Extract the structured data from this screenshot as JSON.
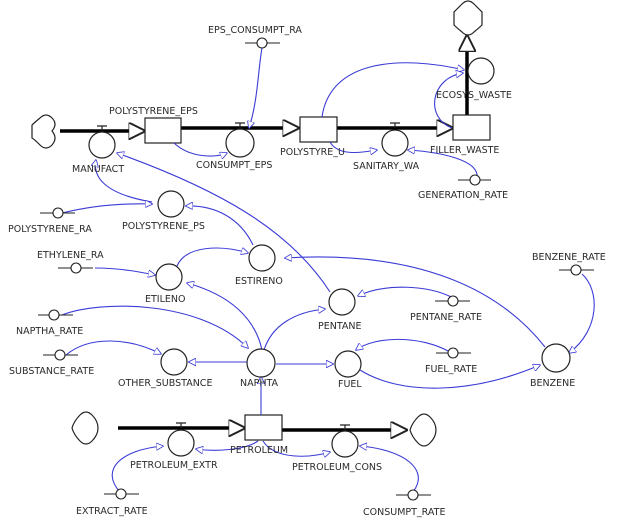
{
  "diagram": {
    "type": "stock-and-flow",
    "colors": {
      "link": "#3b3bd6",
      "flow": "#000000",
      "node_stroke": "#222222",
      "background": "#ffffff"
    },
    "stocks": [
      {
        "id": "polystyrene_eps",
        "label": "POLYSTYRENE_EPS"
      },
      {
        "id": "polystyre_u",
        "label": "POLYSTYRE_U"
      },
      {
        "id": "filler_waste",
        "label": "FILLER_WASTE"
      },
      {
        "id": "petroleum",
        "label": "PETROLEUM"
      }
    ],
    "flows": [
      {
        "id": "manufact",
        "label": "MANUFACT",
        "from": "cloud",
        "to": "polystyrene_eps"
      },
      {
        "id": "consumpt_eps",
        "label": "CONSUMPT_EPS",
        "from": "polystyrene_eps",
        "to": "polystyre_u"
      },
      {
        "id": "sanitary_wa",
        "label": "SANITARY_WA",
        "from": "polystyre_u",
        "to": "filler_waste"
      },
      {
        "id": "ecosys_waste",
        "label": "ECOSYS_WASTE",
        "from": "filler_waste",
        "to": "cloud"
      },
      {
        "id": "petroleum_extr",
        "label": "PETROLEUM_EXTR",
        "from": "cloud",
        "to": "petroleum"
      },
      {
        "id": "petroleum_cons",
        "label": "PETROLEUM_CONS",
        "from": "petroleum",
        "to": "cloud"
      }
    ],
    "auxiliaries": [
      {
        "id": "polystyrene_ps",
        "label": "POLYSTYRENE_PS"
      },
      {
        "id": "estireno",
        "label": "ESTIRENO"
      },
      {
        "id": "etileno",
        "label": "ETILENO"
      },
      {
        "id": "pentane",
        "label": "PENTANE"
      },
      {
        "id": "other_substance",
        "label": "OTHER_SUBSTANCE"
      },
      {
        "id": "naphta",
        "label": "NAPHTA"
      },
      {
        "id": "fuel",
        "label": "FUEL"
      },
      {
        "id": "benzene",
        "label": "BENZENE"
      }
    ],
    "constants": [
      {
        "id": "eps_consumpt_ra",
        "label": "EPS_CONSUMPT_RA"
      },
      {
        "id": "generation_rate",
        "label": "GENERATION_RATE"
      },
      {
        "id": "polystyrene_ra",
        "label": "POLYSTYRENE_RA"
      },
      {
        "id": "ethylene_ra",
        "label": "ETHYLENE_RA"
      },
      {
        "id": "naptha_rate",
        "label": "NAPTHA_RATE"
      },
      {
        "id": "substance_rate",
        "label": "SUBSTANCE_RATE"
      },
      {
        "id": "pentane_rate",
        "label": "PENTANE_RATE"
      },
      {
        "id": "fuel_rate",
        "label": "FUEL_RATE"
      },
      {
        "id": "benzene_rate",
        "label": "BENZENE_RATE"
      },
      {
        "id": "extract_rate",
        "label": "EXTRACT_RATE"
      },
      {
        "id": "consumpt_rate",
        "label": "CONSUMPT_RATE"
      }
    ],
    "links": [
      {
        "from": "eps_consumpt_ra",
        "to": "consumpt_eps"
      },
      {
        "from": "polystyrene_eps",
        "to": "consumpt_eps"
      },
      {
        "from": "polystyre_u",
        "to": "sanitary_wa"
      },
      {
        "from": "polystyre_u",
        "to": "ecosys_waste"
      },
      {
        "from": "generation_rate",
        "to": "sanitary_wa"
      },
      {
        "from": "filler_waste",
        "to": "ecosys_waste"
      },
      {
        "from": "polystyrene_ps",
        "to": "manufact"
      },
      {
        "from": "pentane",
        "to": "manufact"
      },
      {
        "from": "polystyrene_ra",
        "to": "polystyrene_ps"
      },
      {
        "from": "estireno",
        "to": "polystyrene_ps"
      },
      {
        "from": "etileno",
        "to": "estireno"
      },
      {
        "from": "benzene",
        "to": "estireno"
      },
      {
        "from": "ethylene_ra",
        "to": "etileno"
      },
      {
        "from": "naphta",
        "to": "etileno"
      },
      {
        "from": "naptha_rate",
        "to": "naphta"
      },
      {
        "from": "substance_rate",
        "to": "other_substance"
      },
      {
        "from": "naphta",
        "to": "other_substance"
      },
      {
        "from": "naphta",
        "to": "pentane"
      },
      {
        "from": "naphta",
        "to": "fuel"
      },
      {
        "from": "pentane_rate",
        "to": "pentane"
      },
      {
        "from": "fuel_rate",
        "to": "fuel"
      },
      {
        "from": "fuel",
        "to": "benzene"
      },
      {
        "from": "benzene_rate",
        "to": "benzene"
      },
      {
        "from": "petroleum",
        "to": "naphta"
      },
      {
        "from": "petroleum",
        "to": "petroleum_extr"
      },
      {
        "from": "petroleum",
        "to": "petroleum_cons"
      },
      {
        "from": "extract_rate",
        "to": "petroleum_extr"
      },
      {
        "from": "consumpt_rate",
        "to": "petroleum_cons"
      }
    ]
  }
}
